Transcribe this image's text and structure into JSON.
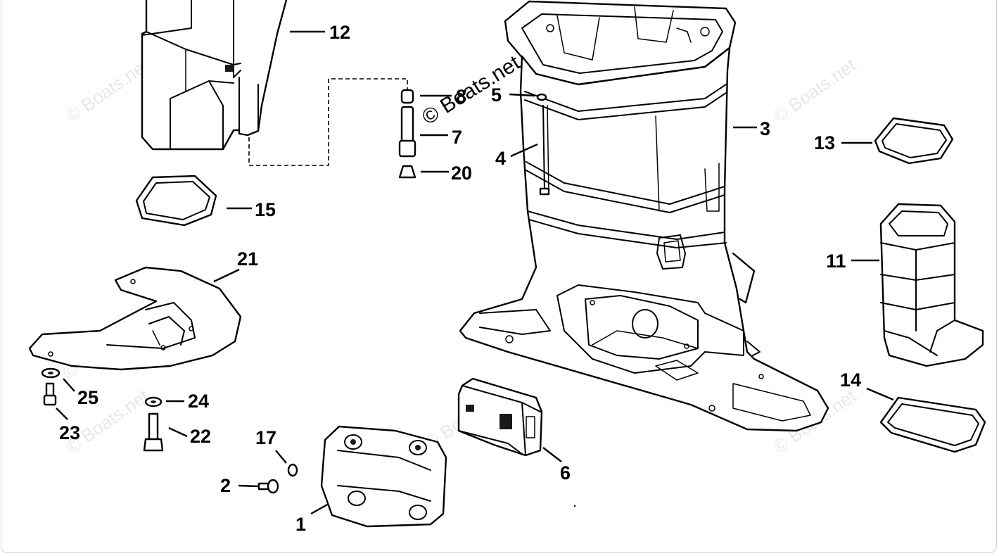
{
  "callouts": {
    "c1": "1",
    "c2": "2",
    "c3": "3",
    "c4": "4",
    "c5": "5",
    "c6": "6",
    "c7": "7",
    "c8": "8",
    "c11": "11",
    "c12": "12",
    "c13": "13",
    "c14": "14",
    "c15": "15",
    "c17": "17",
    "c20": "20",
    "c21": "21",
    "c22": "22",
    "c23": "23",
    "c24": "24",
    "c25": "25"
  },
  "watermark": {
    "light": "© Boats.net",
    "dark": "© Boats.net"
  },
  "colors": {
    "line": "#000000",
    "background": "#ffffff",
    "watermark": "#000000"
  }
}
